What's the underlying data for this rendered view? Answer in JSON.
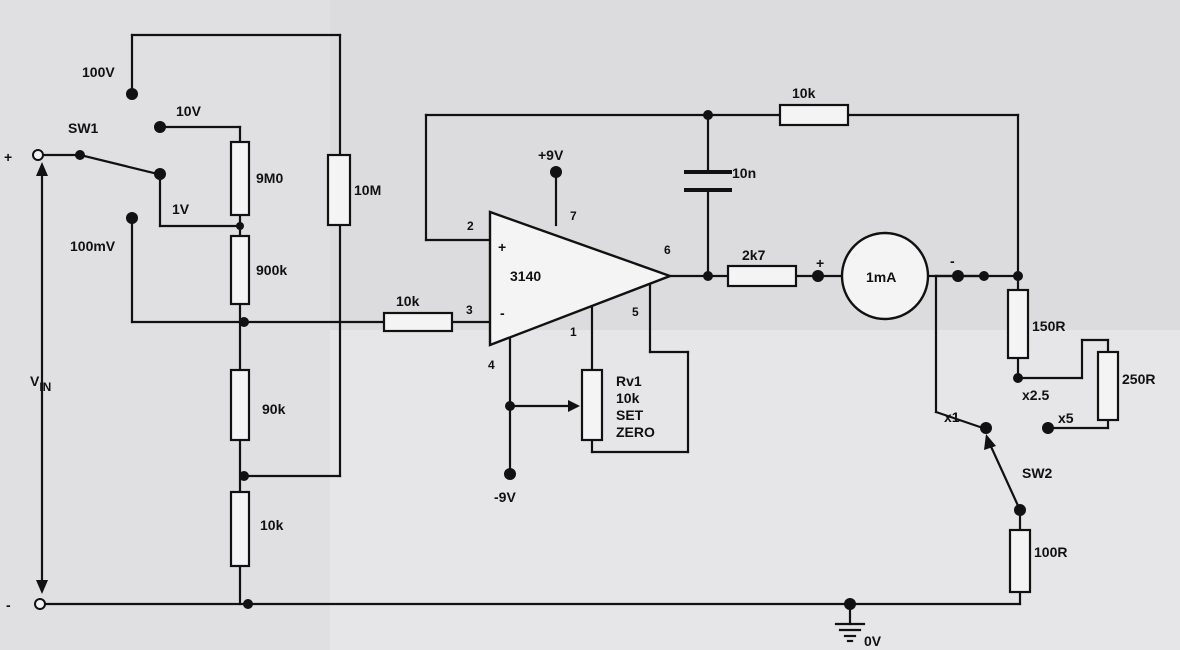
{
  "terminals": {
    "plus": "+",
    "minus": "-",
    "vin": "V",
    "vin_sub": "IN"
  },
  "switch1": {
    "name": "SW1",
    "positions": [
      "100V",
      "10V",
      "1V",
      "100mV"
    ]
  },
  "divider": {
    "r1": "9M0",
    "r2": "900k",
    "r3": "90k",
    "r4": "10k",
    "r5": "10M"
  },
  "opamp": {
    "name": "3140",
    "pin_plus": "+",
    "pin_minus": "-",
    "pins": {
      "p2": "2",
      "p3": "3",
      "p4": "4",
      "p6": "6",
      "p7": "7",
      "p1": "1",
      "p5": "5"
    }
  },
  "input_resistor": "10k",
  "feedback": {
    "resistor": "10k",
    "capacitor": "10n"
  },
  "supply": {
    "pos": "+9V",
    "neg": "-9V"
  },
  "trim": {
    "name": "Rv1",
    "value": "10k",
    "note1": "SET",
    "note2": "ZERO"
  },
  "output_resistor": "2k7",
  "meter": {
    "label": "1mA",
    "plus": "+",
    "minus": "-"
  },
  "range": {
    "r150": "150R",
    "r250": "250R",
    "r100": "100R",
    "x1": "x1",
    "x25": "x2.5",
    "x5": "x5",
    "switch": "SW2"
  },
  "ground": "0V"
}
